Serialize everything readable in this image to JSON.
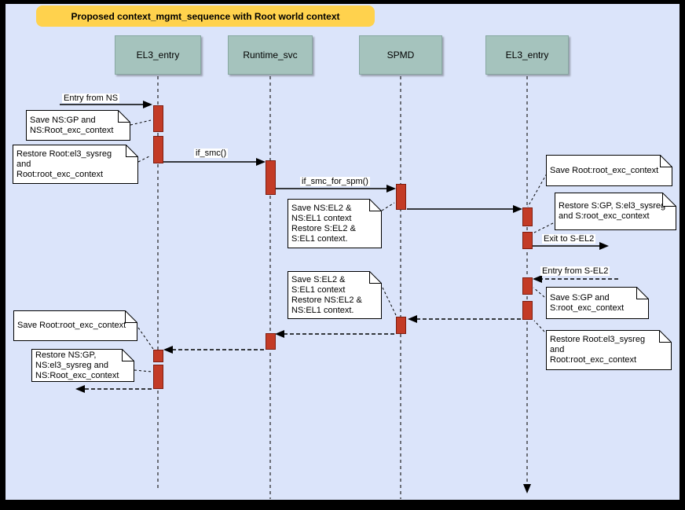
{
  "title": "Proposed context_mgmt_sequence with Root world context",
  "lifelines": [
    {
      "label": "EL3_entry"
    },
    {
      "label": "Runtime_svc"
    },
    {
      "label": "SPMD"
    },
    {
      "label": "EL3_entry"
    }
  ],
  "messages": [
    {
      "label": "Entry from NS",
      "style": "solid"
    },
    {
      "label": "if_smc()",
      "style": "solid"
    },
    {
      "label": "if_smc_for_spm()",
      "style": "solid"
    },
    {
      "label": "Exit to S-EL2",
      "style": "solid"
    },
    {
      "label": "Entry from S-EL2",
      "style": "dashed"
    }
  ],
  "notes": [
    {
      "text": "Save NS:GP and\nNS:Root_exc_context"
    },
    {
      "text": "Restore Root:el3_sysreg\nand\nRoot:root_exc_context"
    },
    {
      "text": "Save NS:EL2 &\nNS:EL1 context\nRestore S:EL2 &\nS:EL1 context."
    },
    {
      "text": "Save Root:root_exc_context"
    },
    {
      "text": "Restore S:GP, S:el3_sysreg\nand S:root_exc_context"
    },
    {
      "text": "Save S:GP and\nS:root_exc_context"
    },
    {
      "text": "Restore Root:el3_sysreg\nand\nRoot:root_exc_context"
    },
    {
      "text": "Save S:EL2 &\nS:EL1 context\nRestore NS:EL2 &\nNS:EL1 context."
    },
    {
      "text": "Save Root:root_exc_context"
    },
    {
      "text": "Restore NS:GP,\nNS:el3_sysreg and\nNS:Root_exc_context"
    }
  ],
  "colors": {
    "page_background": "#dbe4fa",
    "frame_border": "#000000",
    "title_background": "#ffd24d",
    "lifeline_header_fill": "#a5c3bd",
    "activation_fill": "#c33b26",
    "activation_border": "#7e1d10",
    "note_background": "#ffffff",
    "line_color": "#000000"
  }
}
